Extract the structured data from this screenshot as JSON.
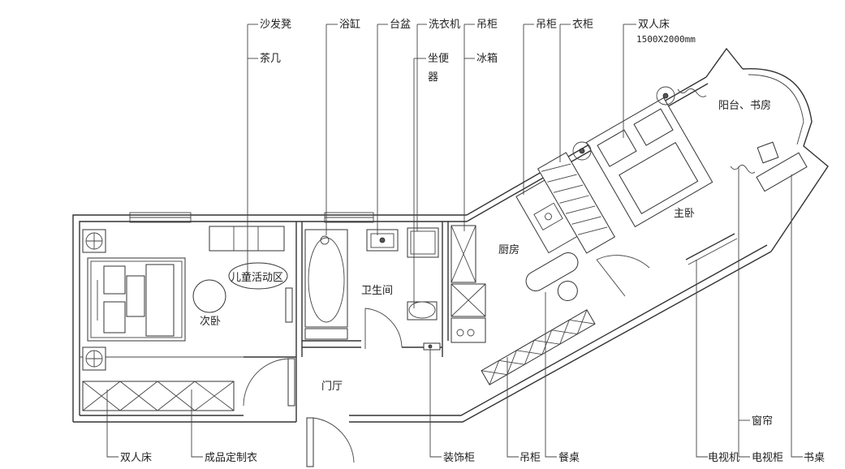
{
  "labels": {
    "top": {
      "sofa_stool": "沙发凳",
      "tea_table": "茶几",
      "bathtub": "浴缸",
      "basin": "台盆",
      "washer": "洗衣机",
      "wall_cabinet_1": "吊柜",
      "toilet_1": "坐便",
      "toilet_2": "器",
      "fridge": "冰箱",
      "wall_cabinet_2": "吊柜",
      "wardrobe": "衣柜",
      "double_bed": "双人床",
      "bed_size": "1500X2000mm"
    },
    "rooms": {
      "balcony_study": "阳台、书房",
      "master_bedroom": "主卧",
      "kitchen": "厨房",
      "bathroom": "卫生间",
      "kids_area": "儿童活动区",
      "second_bedroom": "次卧",
      "entrance": "门厅"
    },
    "bottom": {
      "double_bed": "双人床",
      "custom_wardrobe": "成品定制衣",
      "deco_cabinet": "装饰柜",
      "wall_cabinet": "吊柜",
      "dining_table": "餐桌",
      "tv": "电视机",
      "tv_cabinet": "电视柜",
      "desk": "书桌",
      "curtain": "窗帘"
    }
  }
}
